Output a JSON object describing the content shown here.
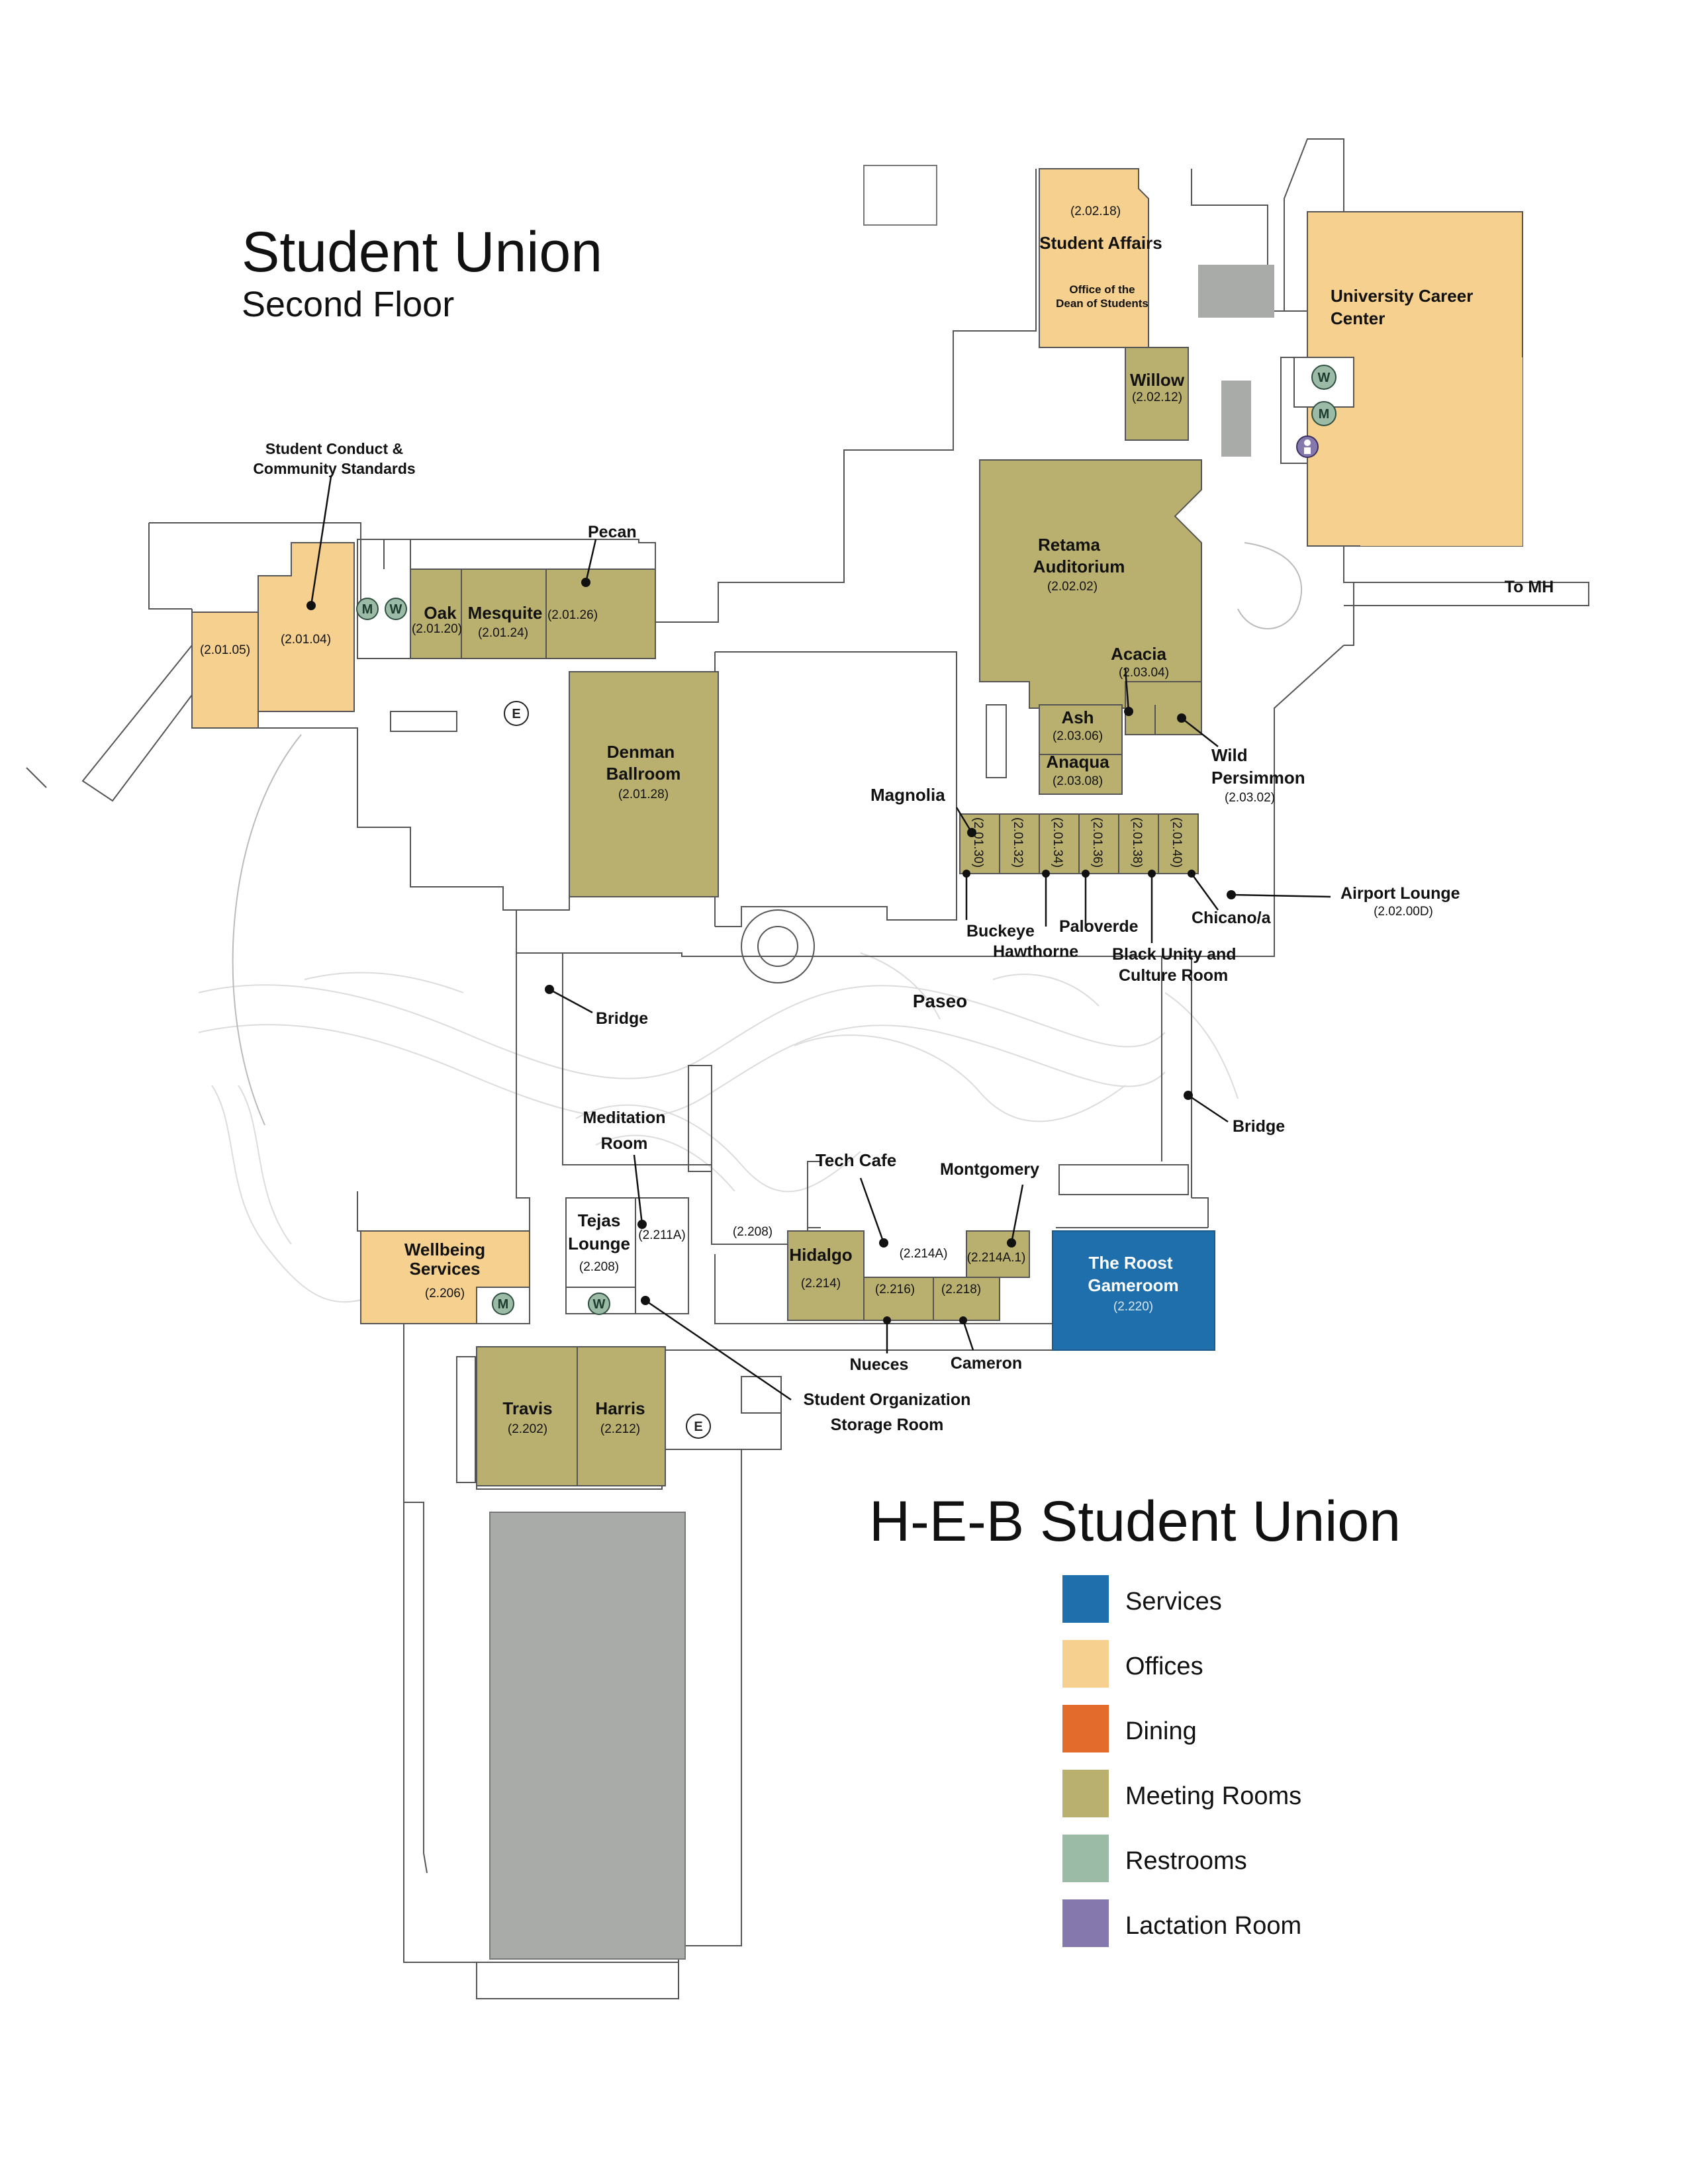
{
  "map_titles": {
    "floor_title": "Student Union",
    "floor_subtitle": "Second Floor",
    "building_title": "H-E-B Student Union"
  },
  "colors": {
    "services": "#1f6fad",
    "offices": "#f5d08e",
    "dining": "#e36b2c",
    "meeting": "#b9b070",
    "restrooms": "#9bbba6",
    "lactation": "#8478ac",
    "storage": "#a9aba8",
    "wall": "#555555"
  },
  "legend": [
    {
      "label": "Services",
      "key": "services"
    },
    {
      "label": "Offices",
      "key": "offices"
    },
    {
      "label": "Dining",
      "key": "dining"
    },
    {
      "label": "Meeting Rooms",
      "key": "meeting"
    },
    {
      "label": "Restrooms",
      "key": "restrooms"
    },
    {
      "label": "Lactation Room",
      "key": "lactation"
    }
  ],
  "rooms": {
    "student_affairs": {
      "name": "Student Affairs",
      "number": "(2.02.18)",
      "note_1": "Office of the",
      "note_2": "Dean of Students"
    },
    "career_center": {
      "name_1": "University Career",
      "name_2": "Center"
    },
    "willow": {
      "name": "Willow",
      "number": "(2.02.12)"
    },
    "retama": {
      "name_1": "Retama",
      "name_2": "Auditorium",
      "number": "(2.02.02)"
    },
    "acacia": {
      "name": "Acacia",
      "number": "(2.03.04)"
    },
    "ash": {
      "name": "Ash",
      "number": "(2.03.06)"
    },
    "anaqua": {
      "name": "Anaqua",
      "number": "(2.03.08)"
    },
    "wild_persimmon": {
      "name_1": "Wild",
      "name_2": "Persimmon",
      "number": "(2.03.02)"
    },
    "magnolia": {
      "name": "Magnolia"
    },
    "row_numbers": [
      "(2.01.30)",
      "(2.01.32)",
      "(2.01.34)",
      "(2.01.36)",
      "(2.01.38)",
      "(2.01.40)"
    ],
    "buckeye": {
      "name": "Buckeye"
    },
    "hawthorne": {
      "name": "Hawthorne"
    },
    "paloverde": {
      "name": "Paloverde"
    },
    "chicano": {
      "name": "Chicano/a"
    },
    "black_unity": {
      "name_1": "Black Unity and",
      "name_2": "Culture Room"
    },
    "airport_lounge": {
      "name": "Airport Lounge",
      "number": "(2.02.00D)"
    },
    "to_mh": {
      "name": "To MH"
    },
    "student_conduct": {
      "name_1": "Student Conduct &",
      "name_2": "Community Standards"
    },
    "pecan": {
      "name": "Pecan"
    },
    "office_205": {
      "number": "(2.01.05)"
    },
    "office_204": {
      "number": "(2.01.04)"
    },
    "oak": {
      "name": "Oak",
      "number": "(2.01.20)"
    },
    "mesquite": {
      "name": "Mesquite",
      "number": "(2.01.24)"
    },
    "room_226": {
      "number": "(2.01.26)"
    },
    "denman": {
      "name_1": "Denman",
      "name_2": "Ballroom",
      "number": "(2.01.28)"
    },
    "paseo": {
      "name": "Paseo"
    },
    "bridge_left": {
      "name": "Bridge"
    },
    "bridge_right": {
      "name": "Bridge"
    },
    "meditation": {
      "name_1": "Meditation",
      "name_2": "Room"
    },
    "wellbeing": {
      "name_1": "Wellbeing",
      "name_2": "Services",
      "number": "(2.206)"
    },
    "tejas": {
      "name_1": "Tejas",
      "name_2": "Lounge",
      "number": "(2.208)"
    },
    "room_211a": {
      "number": "(2.211A)"
    },
    "room_208_hall": {
      "number": "(2.208)"
    },
    "tech_cafe": {
      "name": "Tech Cafe"
    },
    "montgomery": {
      "name": "Montgomery"
    },
    "hidalgo": {
      "name": "Hidalgo",
      "number": "(2.214)"
    },
    "room_214a": {
      "number": "(2.214A)"
    },
    "room_214a1": {
      "number": "(2.214A.1)"
    },
    "room_216": {
      "number": "(2.216)"
    },
    "room_218": {
      "number": "(2.218)"
    },
    "roost": {
      "name_1": "The Roost",
      "name_2": "Gameroom",
      "number": "(2.220)"
    },
    "nueces": {
      "name": "Nueces"
    },
    "cameron": {
      "name": "Cameron"
    },
    "travis": {
      "name": "Travis",
      "number": "(2.202)"
    },
    "harris": {
      "name": "Harris",
      "number": "(2.212)"
    },
    "storage": {
      "name_1": "Student Organization",
      "name_2": "Storage Room"
    }
  },
  "icons": {
    "women": "W",
    "men": "M",
    "elevator": "E"
  }
}
